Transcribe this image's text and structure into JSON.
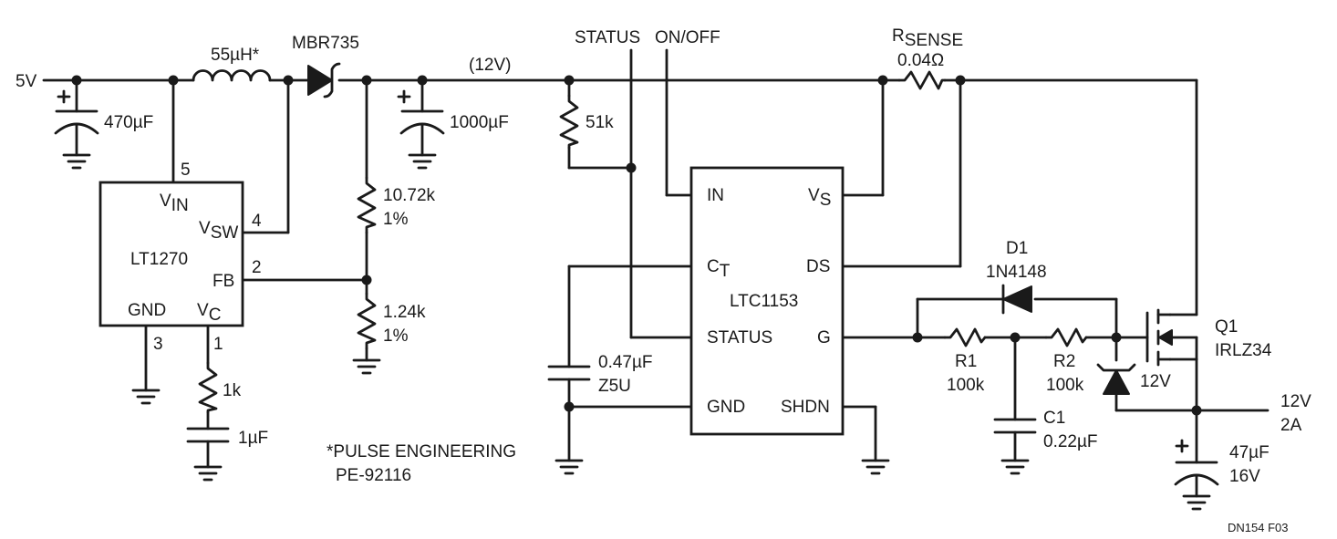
{
  "figure_id": "DN154 F03",
  "nodes": {
    "vin": "5V",
    "rail": "(12V)",
    "output": "12V",
    "output_current": "2A"
  },
  "signals": {
    "status": "STATUS",
    "on_off": "ON/OFF"
  },
  "lt1270": {
    "name": "LT1270",
    "pins": {
      "vin_main": "V",
      "vin_sub": "IN",
      "vsw_main": "V",
      "vsw_sub": "SW",
      "fb": "FB",
      "gnd": "GND",
      "vc_main": "V",
      "vc_sub": "C"
    },
    "pin_numbers": {
      "vin": "5",
      "vsw": "4",
      "fb": "2",
      "gnd": "3",
      "vc": "1"
    }
  },
  "ltc1153": {
    "name": "LTC1153",
    "pins": {
      "in": "IN",
      "vs_main": "V",
      "vs_sub": "S",
      "ct_main": "C",
      "ct_sub": "T",
      "ds": "DS",
      "status": "STATUS",
      "g": "G",
      "gnd": "GND",
      "shdn": "SHDN"
    }
  },
  "components": {
    "c_in": "470µF",
    "inductor": "55µH*",
    "schottky": "MBR735",
    "c_bulk": "1000µF",
    "r_top": "10.72k",
    "r_top_tol": "1%",
    "r_bottom": "1.24k",
    "r_bottom_tol": "1%",
    "r_comp": "1k",
    "c_comp": "1µF",
    "r_pullup": "51k",
    "c_timer": "0.47µF",
    "c_timer_type": "Z5U",
    "rsense_main": "R",
    "rsense_sub": "SENSE",
    "rsense_value": "0.04Ω",
    "d1_ref": "D1",
    "d1_part": "1N4148",
    "r1_ref": "R1",
    "r1_value": "100k",
    "r2_ref": "R2",
    "r2_value": "100k",
    "c1_ref": "C1",
    "c1_value": "0.22µF",
    "zener": "12V",
    "q1_ref": "Q1",
    "q1_part": "IRLZ34",
    "c_out": "47µF",
    "c_out_voltage": "16V"
  },
  "footnote": {
    "line1": "*PULSE ENGINEERING",
    "line2": "PE-92116"
  },
  "colors": {
    "ink": "#1a1a1a",
    "background": "#ffffff"
  }
}
